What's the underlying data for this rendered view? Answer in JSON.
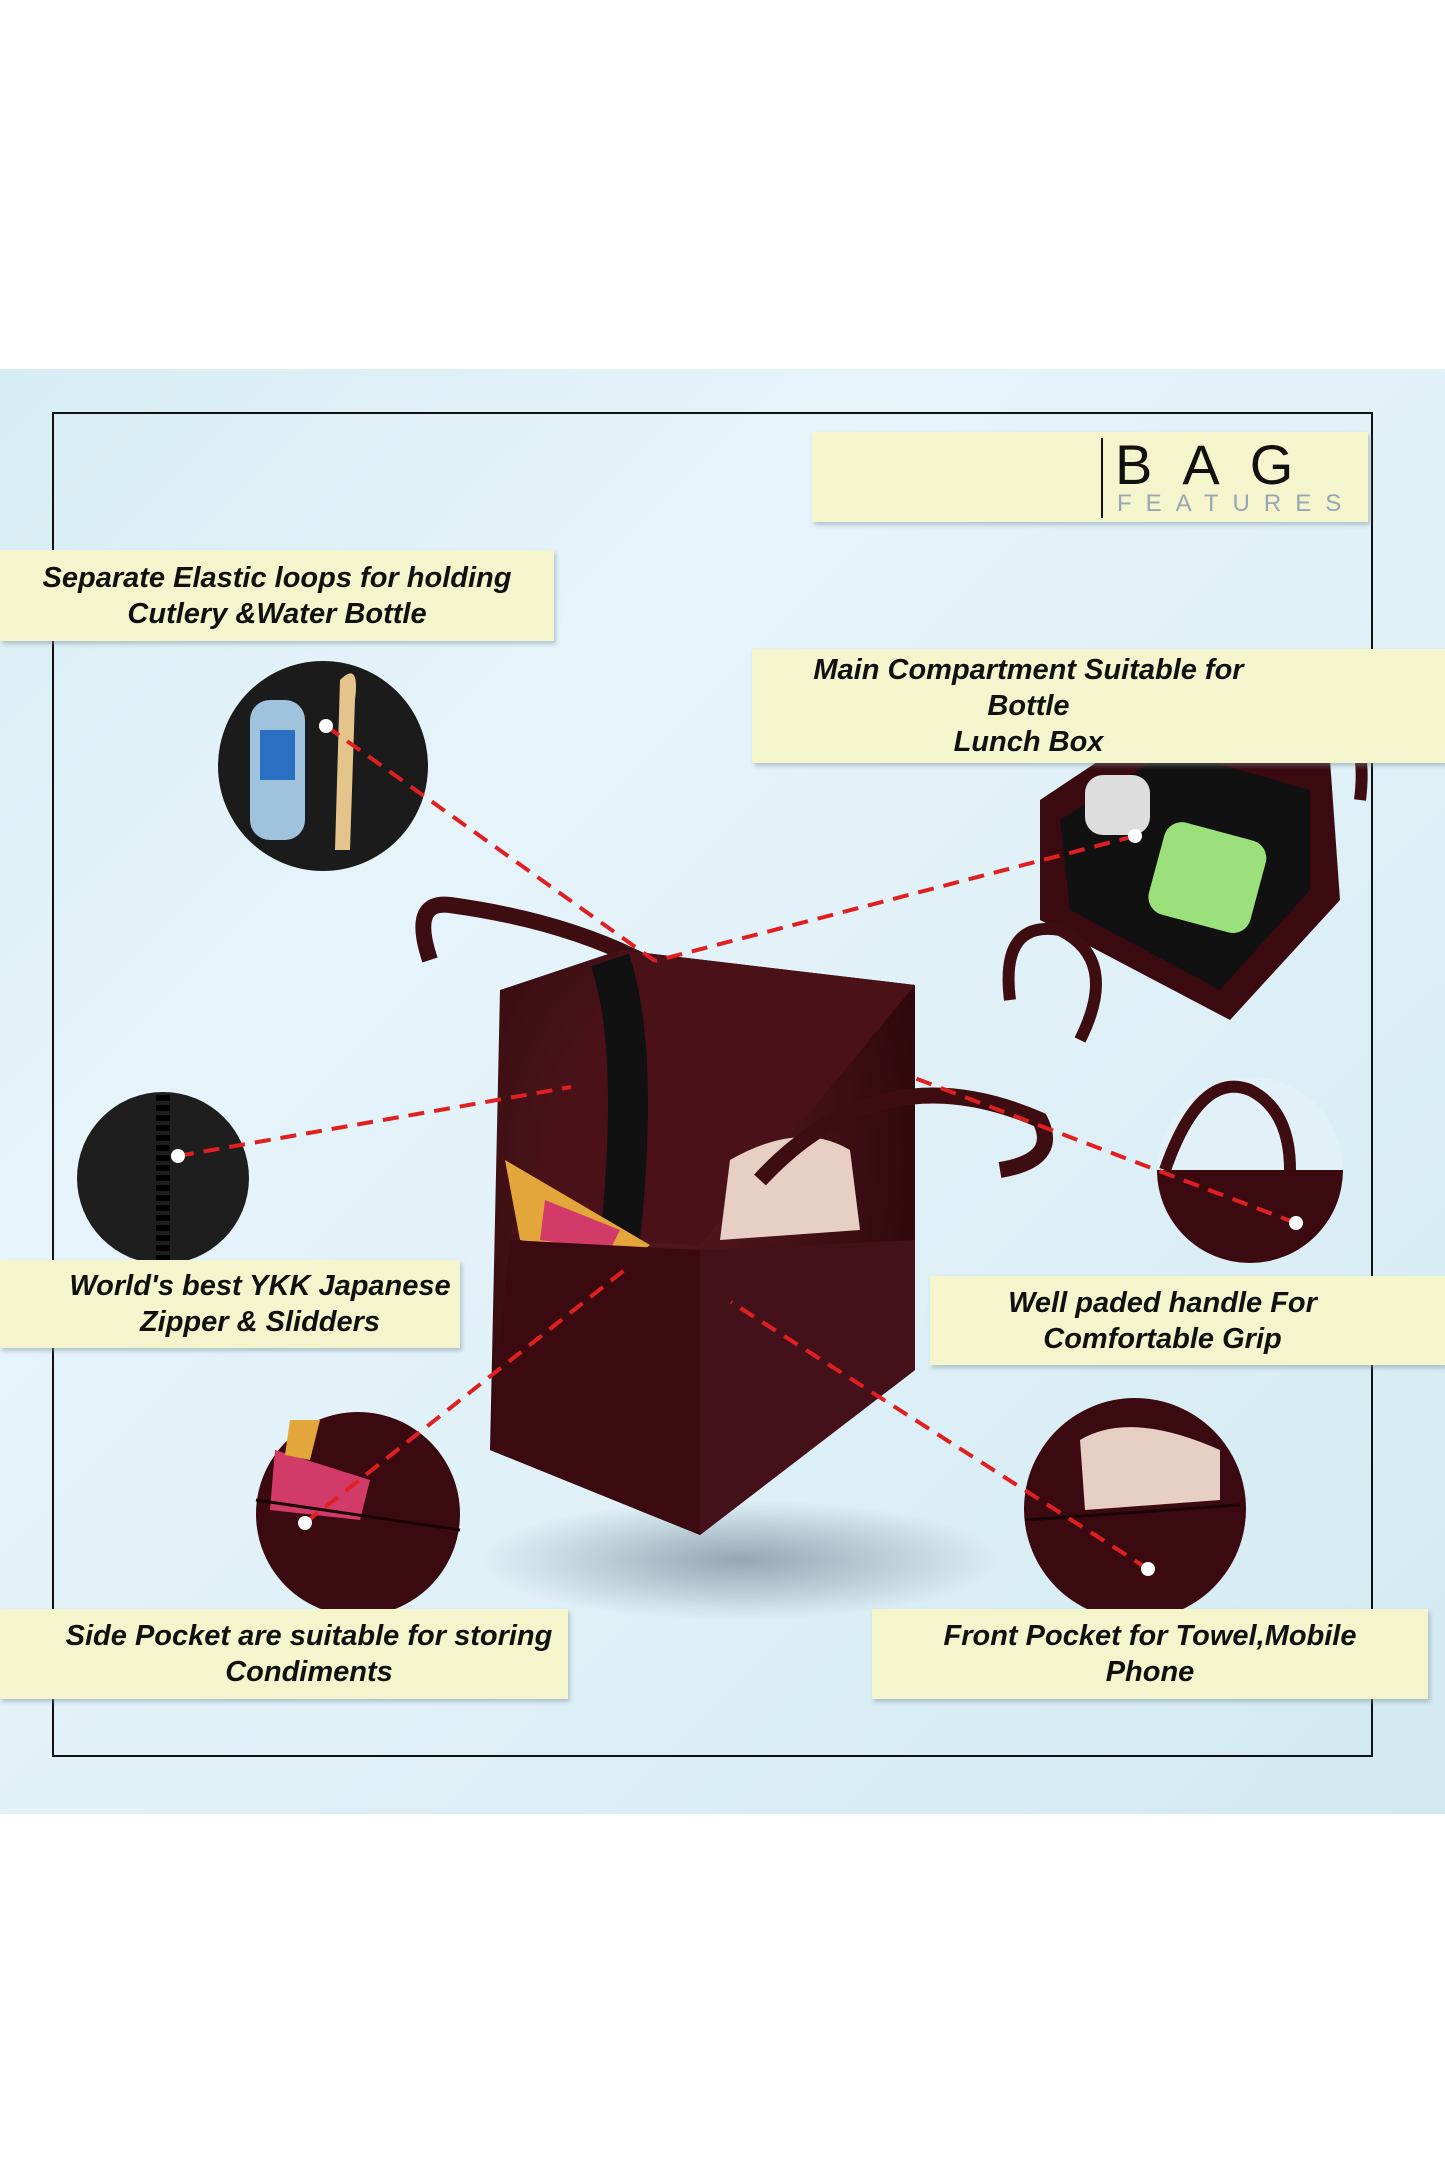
{
  "title": {
    "main": "BAG",
    "sub": "FEATURES"
  },
  "features": [
    {
      "line1": "Separate Elastic loops for holding",
      "line2": "Cutlery &Water Bottle"
    },
    {
      "line1": "Main Compartment Suitable for",
      "line2": "Bottle",
      "line3": "Lunch Box"
    },
    {
      "line1": "World's best YKK Japanese",
      "line2": "Zipper & Slidders"
    },
    {
      "line1": "Well paded handle For",
      "line2": "Comfortable Grip"
    },
    {
      "line1": "Side Pocket are suitable for storing",
      "line2": "Condiments"
    },
    {
      "line1": "Front Pocket for Towel,Mobile",
      "line2": "Phone"
    }
  ],
  "colors": {
    "leather": "#3d0d12",
    "label_bg": "#f4f5cc",
    "callout": "#e02020"
  }
}
